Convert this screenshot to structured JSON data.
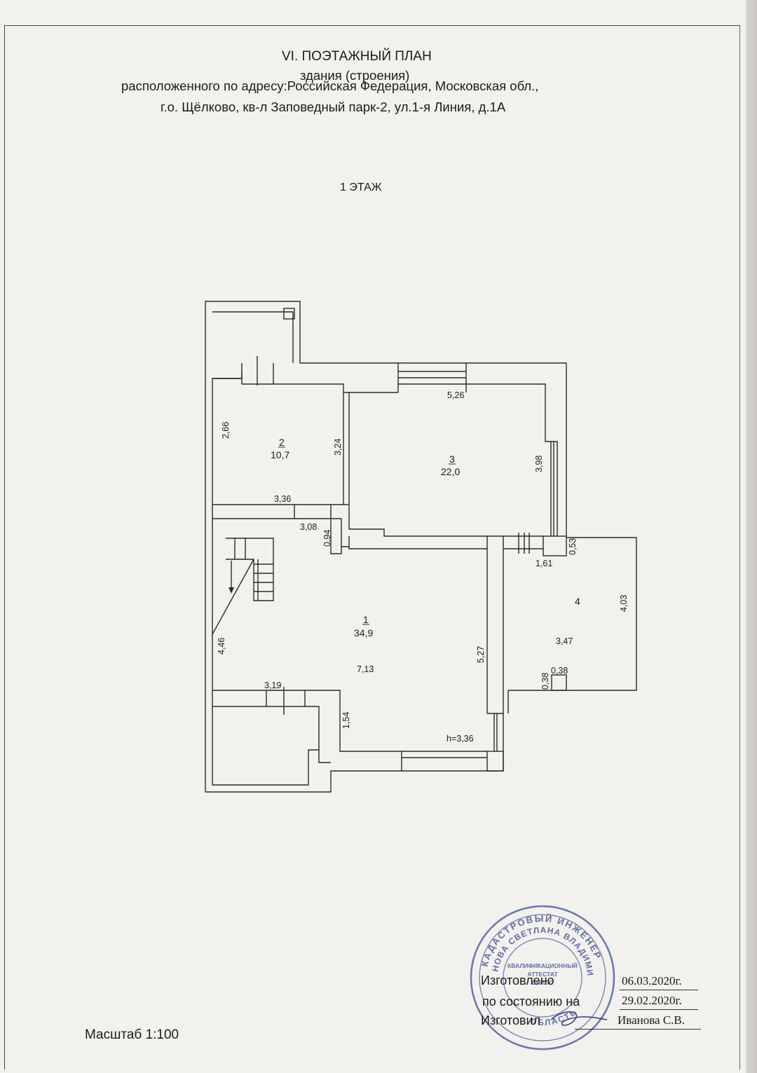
{
  "header": {
    "line1": "VI. ПОЭТАЖНЫЙ ПЛАН",
    "line2": "здания (строения)",
    "line3": "расположенного по адресу:Российская Федерация, Московская обл.,",
    "line4": "г.о. Щёлково, кв-л Заповедный парк-2, ул.1-я Линия, д.1А",
    "floor": "1 ЭТАЖ"
  },
  "plan": {
    "rooms": [
      {
        "number": "1",
        "area": "34,9"
      },
      {
        "number": "2",
        "area": "10,7"
      },
      {
        "number": "3",
        "area": "22,0"
      },
      {
        "number": "4",
        "area": ""
      }
    ],
    "dimensions": {
      "d266": "2,66",
      "d324": "3,24",
      "d336": "3,36",
      "d526": "5,26",
      "d398": "3,98",
      "d308": "3,08",
      "d094": "0,94",
      "d161": "1,61",
      "d053": "0,53",
      "d403": "4,03",
      "d347": "3,47",
      "d038a": "0,38",
      "d038b": "0,38",
      "d446": "4,46",
      "d713": "7,13",
      "d527": "5,27",
      "d319": "3,19",
      "d154": "1,54",
      "height": "h=3,36"
    }
  },
  "footer": {
    "scale": "Масштаб 1:100",
    "made_label": "Изготовлено",
    "made_date": "06.03.2020г.",
    "state_label": "по состоянию на",
    "state_date": "29.02.2020г.",
    "maker_label": "Изготовил",
    "maker_name": "Иванова С.В."
  },
  "seal": {
    "outer_text": "КАДАСТРОВЫЙ ИНЖЕНЕР",
    "name_text": "НОВА СВЕТЛАНА ВЛАДИМИРОВ",
    "center_line1": "КВАЛИФИКАЦИОННЫЙ",
    "center_line2": "АТТЕСТАТ",
    "center_line3": "СНИЛС",
    "bottom_text": "ОБЛАСТЬ"
  },
  "colors": {
    "paper": "#f3f1ee",
    "ink": "#1c1c1c",
    "seal": "#3b4e9a"
  }
}
